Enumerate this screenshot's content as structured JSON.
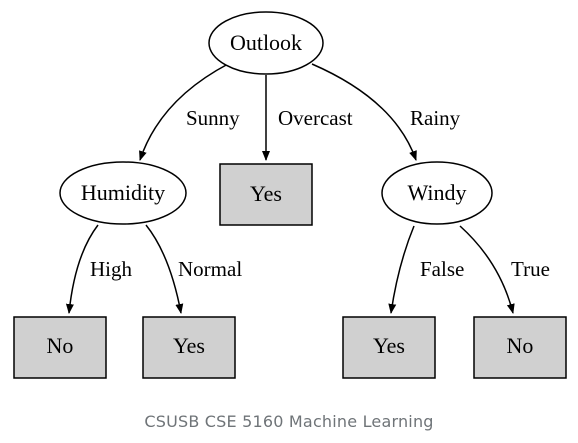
{
  "tree": {
    "root": "Outlook",
    "branches": {
      "sunny": "Sunny",
      "overcast": "Overcast",
      "rainy": "Rainy",
      "high": "High",
      "normal": "Normal",
      "false": "False",
      "true": "True"
    },
    "nodes": {
      "humidity": "Humidity",
      "windy": "Windy"
    },
    "leaves": {
      "overcast_yes": "Yes",
      "high_no": "No",
      "normal_yes": "Yes",
      "false_yes": "Yes",
      "true_no": "No"
    }
  },
  "colors": {
    "leaf_fill": "#d0d0d0",
    "stroke": "#000000",
    "footer_text": "#6f7478"
  },
  "footer": "CSUSB CSE 5160 Machine Learning"
}
